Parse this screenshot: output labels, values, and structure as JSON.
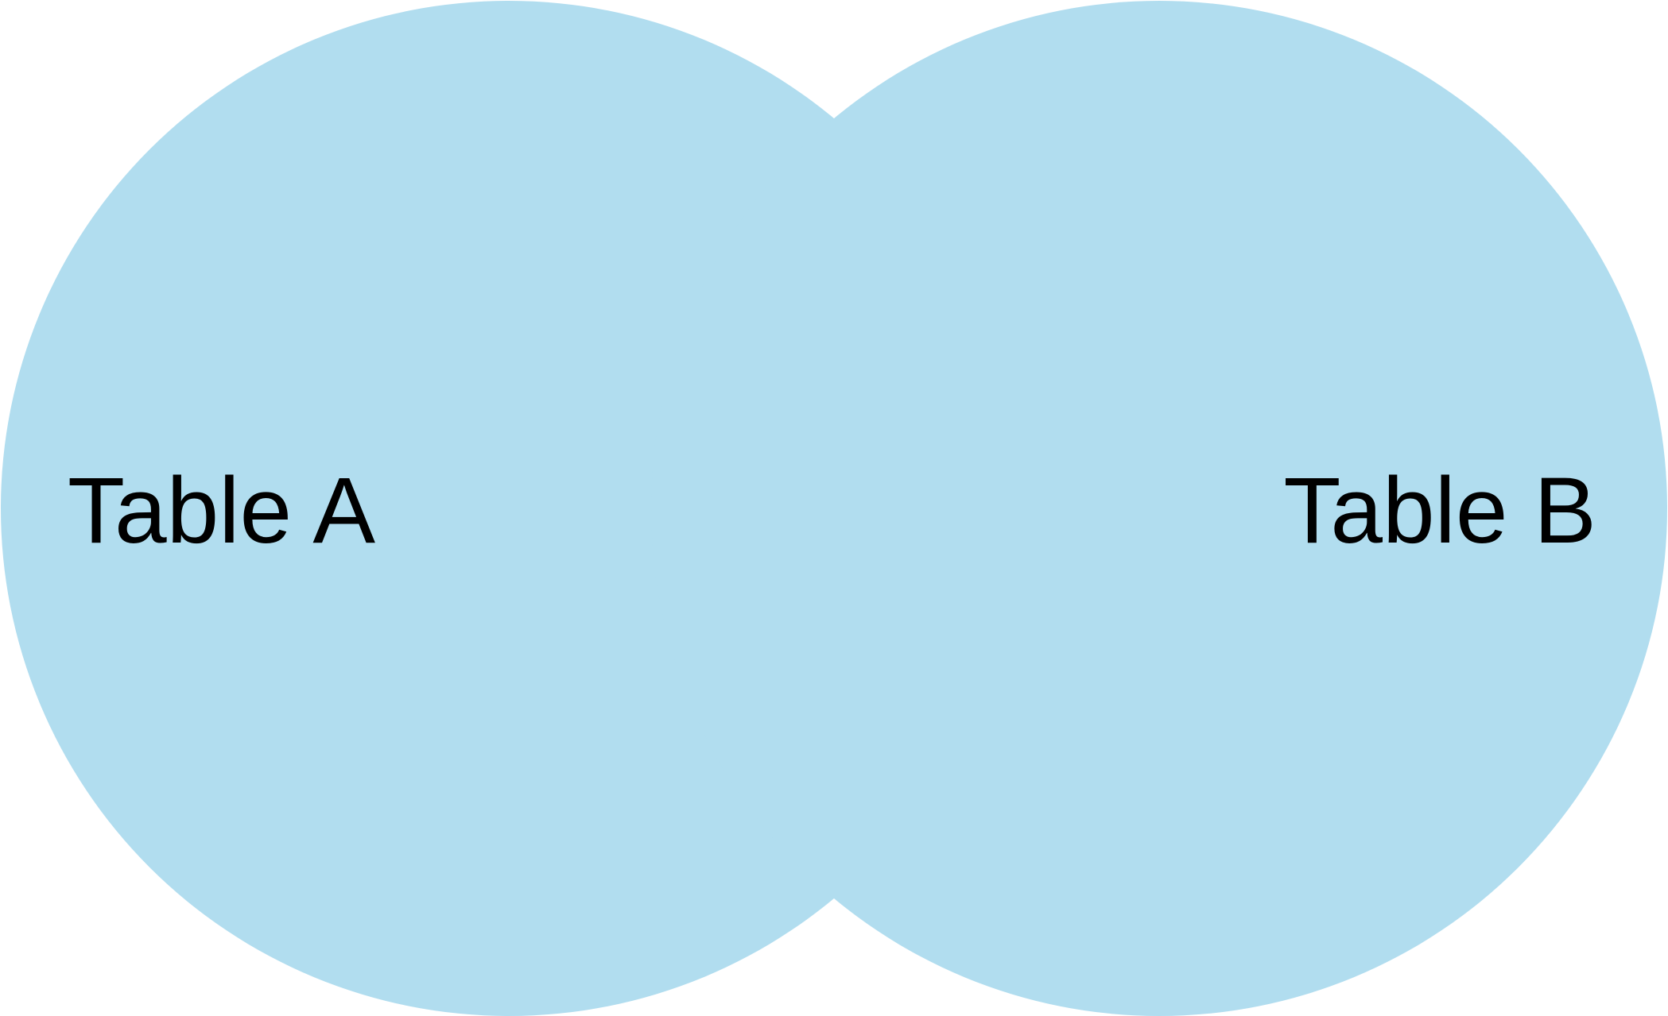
{
  "diagram": {
    "type": "venn",
    "fill_color": "#b1ddef",
    "background_color": "#ffffff",
    "label_color": "#000000",
    "sets": [
      {
        "id": "a",
        "label": "Table A"
      },
      {
        "id": "b",
        "label": "Table B"
      }
    ],
    "overlap_highlighted": true
  }
}
